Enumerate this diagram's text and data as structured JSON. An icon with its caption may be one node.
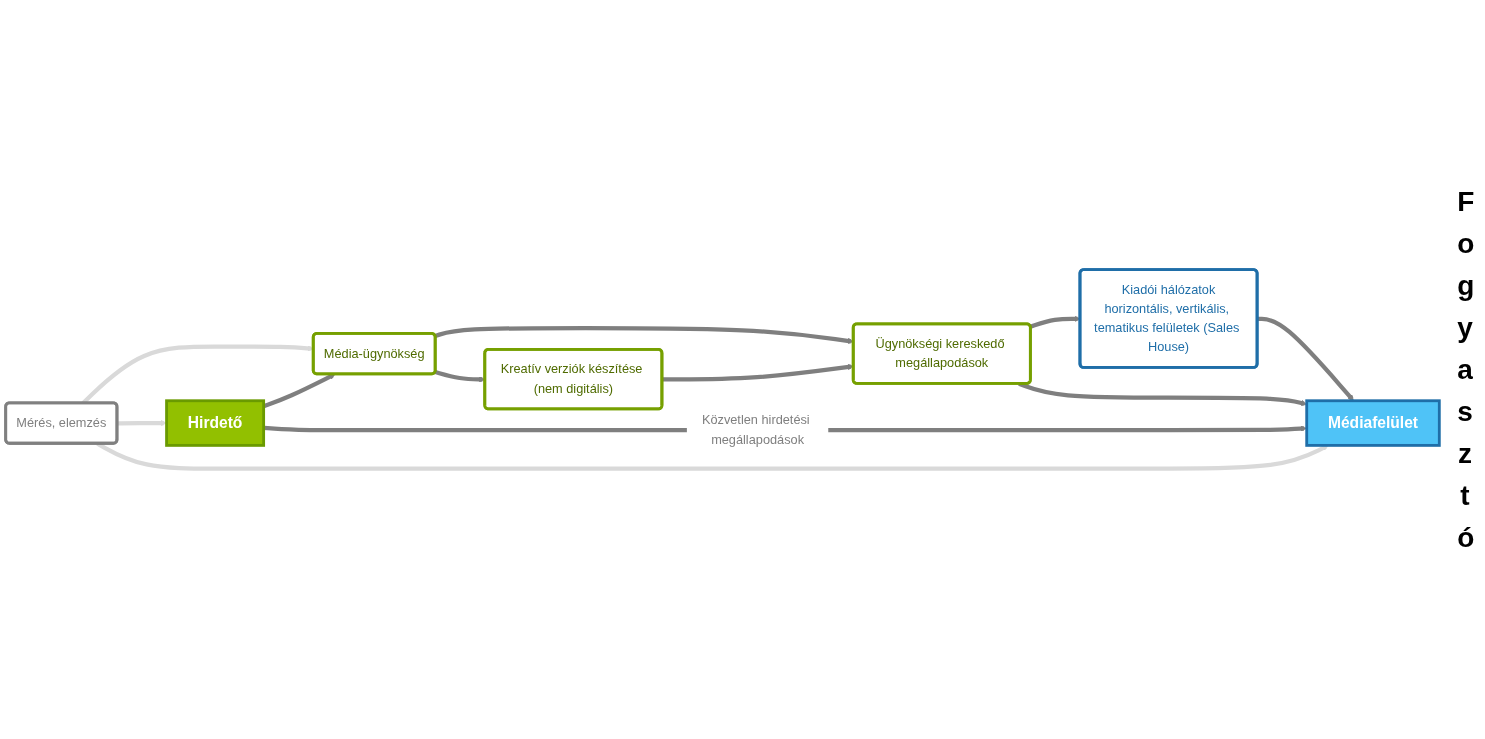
{
  "diagram": {
    "nodes": [
      {
        "text": [
          "Hirdető"
        ]
      },
      {
        "text": [
          "Média-ügynökség"
        ]
      },
      {
        "text": [
          "Ügynökségi kereskedő megállapodások"
        ]
      },
      {
        "text": [
          "Kreatív verziók készítése (nem digitális)"
        ]
      },
      {
        "text": [
          "Kiadói hálózatok",
          "horizontális, vertikális, tematikus felületek (Sales House)"
        ]
      },
      {
        "text": [
          "Médiafelület"
        ]
      },
      {
        "text": [
          "Mérés, elemzés"
        ]
      }
    ],
    "edges": [
      {
        "from": 0,
        "to": 1,
        "arrow": "to"
      },
      {
        "from": 1,
        "to": 2,
        "arrow": "to"
      },
      {
        "from": 1,
        "to": 3,
        "arrow": "to"
      },
      {
        "from": 3,
        "to": 2,
        "arrow": "to"
      },
      {
        "from": 2,
        "to": 4,
        "arrow": "to"
      },
      {
        "from": 4,
        "to": 5,
        "arrow": "to"
      },
      {
        "from": 2,
        "to": 5,
        "arrow": "to"
      },
      {
        "from": 6,
        "to": 1,
        "arrow": "to",
        "color": "#d9d9d9"
      },
      {
        "from": 6,
        "to": 0,
        "arrow": "to",
        "color": "#d9d9d9"
      },
      {
        "from": 6,
        "to": 5,
        "arrow": "to",
        "color": "#d9d9d9"
      },
      {
        "from": 0,
        "to": 5,
        "arrow": "to",
        "label": "Közvetlen hirdetési megállapodások"
      }
    ],
    "labels": [
      "Fogyasztó"
    ]
  }
}
